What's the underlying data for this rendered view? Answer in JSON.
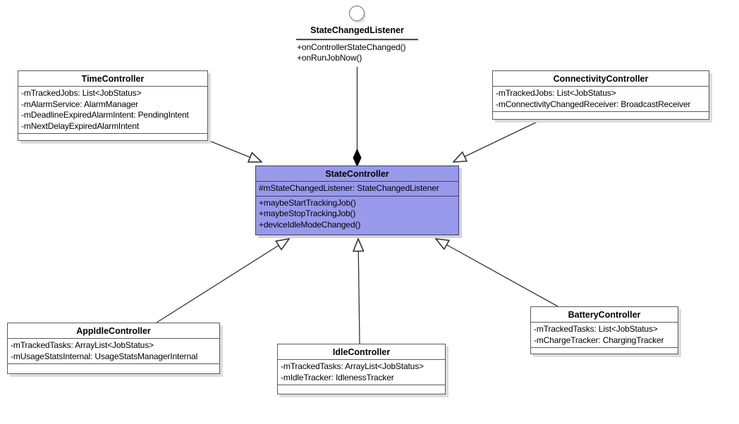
{
  "diagram": {
    "interface": {
      "name": "StateChangedListener",
      "methods": [
        "+onControllerStateChanged()",
        "+onRunJobNow()"
      ]
    },
    "classes": {
      "time": {
        "name": "TimeController",
        "attributes": [
          "-mTrackedJobs: List<JobStatus>",
          "-mAlarmService: AlarmManager",
          "-mDeadlineExpiredAlarmIntent: PendingIntent",
          "-mNextDelayExpiredAlarmIntent"
        ]
      },
      "connectivity": {
        "name": "ConnectivityController",
        "attributes": [
          "-mTrackedJobs: List<JobStatus>",
          "-mConnectivityChangedReceiver: BroadcastReceiver"
        ]
      },
      "state": {
        "name": "StateController",
        "attributes": [
          "#mStateChangedListener: StateChangedListener"
        ],
        "operations": [
          "+maybeStartTrackingJob()",
          "+maybeStopTrackingJob()",
          "+deviceIdleModeChanged()"
        ]
      },
      "appidle": {
        "name": "AppIdleController",
        "attributes": [
          "-mTrackedTasks: ArrayList<JobStatus>",
          "-mUsageStatsInternal: UsageStatsManagerInternal"
        ]
      },
      "idle": {
        "name": "IdleController",
        "attributes": [
          "-mTrackedTasks: ArrayList<JobStatus>",
          "-mIdleTracker: IdlenessTracker"
        ]
      },
      "battery": {
        "name": "BatteryController",
        "attributes": [
          "-mTrackedTasks: List<JobStatus>",
          "-mChargeTracker: ChargingTracker"
        ]
      }
    },
    "relations": [
      {
        "from": "StateChangedListener",
        "to": "StateController",
        "type": "composition"
      },
      {
        "from": "TimeController",
        "to": "StateController",
        "type": "generalization"
      },
      {
        "from": "ConnectivityController",
        "to": "StateController",
        "type": "generalization"
      },
      {
        "from": "AppIdleController",
        "to": "StateController",
        "type": "generalization"
      },
      {
        "from": "IdleController",
        "to": "StateController",
        "type": "generalization"
      },
      {
        "from": "BatteryController",
        "to": "StateController",
        "type": "generalization"
      }
    ],
    "colors": {
      "highlight_fill": "#9999EC",
      "highlight_border": "#40405E",
      "box_border": "#5A5A5A",
      "shadow": "#DCDCDC",
      "line": "#333333"
    }
  }
}
